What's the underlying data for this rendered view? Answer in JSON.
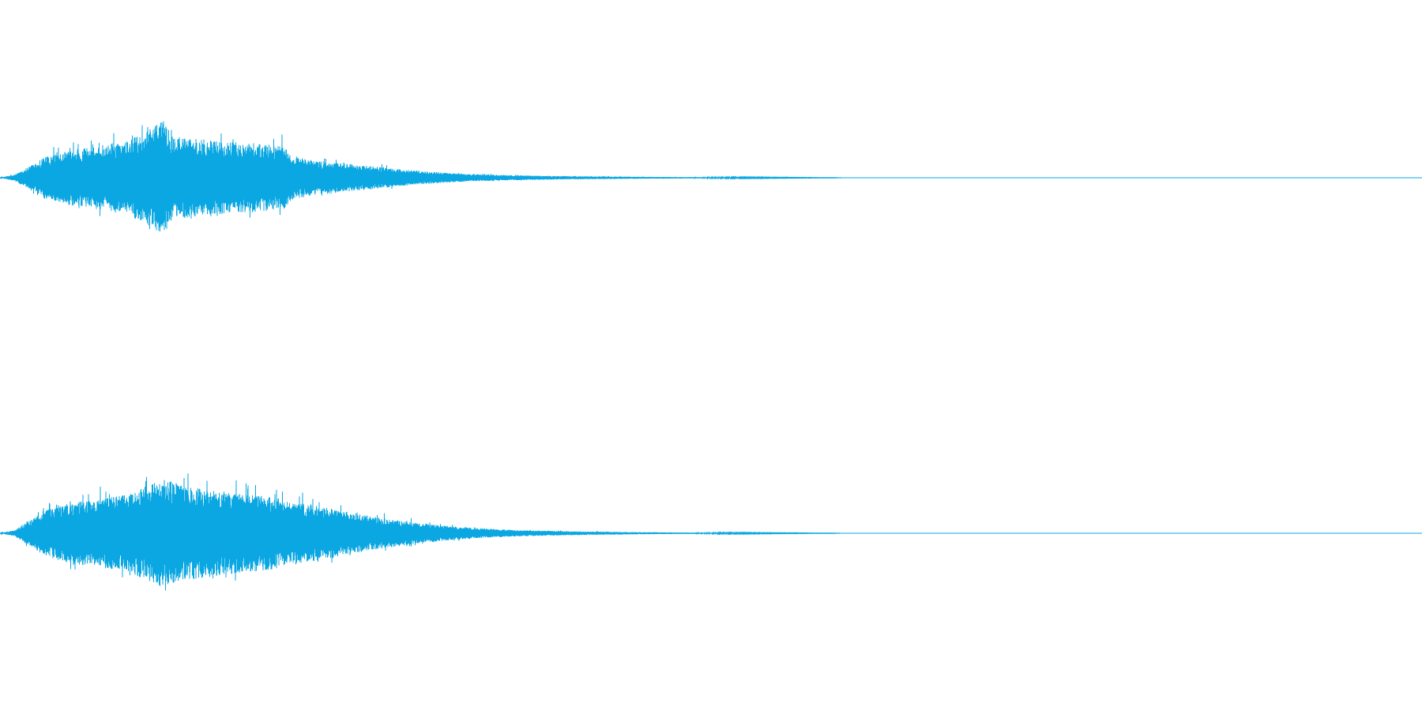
{
  "colors": {
    "background": "#ffffff",
    "waveform": "#0aa7e2"
  },
  "waveform": {
    "channels": [
      {
        "name": "channel-1",
        "envelope": [
          [
            0.0,
            0.0
          ],
          [
            0.01,
            0.05
          ],
          [
            0.02,
            0.18
          ],
          [
            0.03,
            0.32
          ],
          [
            0.05,
            0.45
          ],
          [
            0.07,
            0.52
          ],
          [
            0.09,
            0.6
          ],
          [
            0.105,
            0.78
          ],
          [
            0.115,
            0.95
          ],
          [
            0.12,
            0.7
          ],
          [
            0.14,
            0.62
          ],
          [
            0.16,
            0.58
          ],
          [
            0.18,
            0.56
          ],
          [
            0.2,
            0.52
          ],
          [
            0.205,
            0.36
          ],
          [
            0.22,
            0.28
          ],
          [
            0.24,
            0.24
          ],
          [
            0.26,
            0.19
          ],
          [
            0.28,
            0.14
          ],
          [
            0.3,
            0.1
          ],
          [
            0.33,
            0.06
          ],
          [
            0.36,
            0.04
          ],
          [
            0.4,
            0.025
          ],
          [
            0.45,
            0.015
          ],
          [
            0.5,
            0.008
          ],
          [
            0.55,
            0.004
          ],
          [
            0.6,
            0.0
          ],
          [
            1.0,
            0.0
          ]
        ]
      },
      {
        "name": "channel-2",
        "envelope": [
          [
            0.0,
            0.0
          ],
          [
            0.01,
            0.05
          ],
          [
            0.02,
            0.22
          ],
          [
            0.03,
            0.4
          ],
          [
            0.05,
            0.55
          ],
          [
            0.07,
            0.62
          ],
          [
            0.09,
            0.7
          ],
          [
            0.105,
            0.88
          ],
          [
            0.115,
            0.98
          ],
          [
            0.13,
            0.86
          ],
          [
            0.15,
            0.78
          ],
          [
            0.17,
            0.72
          ],
          [
            0.19,
            0.66
          ],
          [
            0.21,
            0.55
          ],
          [
            0.23,
            0.46
          ],
          [
            0.25,
            0.36
          ],
          [
            0.27,
            0.27
          ],
          [
            0.29,
            0.2
          ],
          [
            0.31,
            0.14
          ],
          [
            0.33,
            0.1
          ],
          [
            0.36,
            0.06
          ],
          [
            0.4,
            0.035
          ],
          [
            0.45,
            0.018
          ],
          [
            0.5,
            0.009
          ],
          [
            0.55,
            0.004
          ],
          [
            0.6,
            0.0
          ],
          [
            1.0,
            0.0
          ]
        ]
      }
    ]
  }
}
